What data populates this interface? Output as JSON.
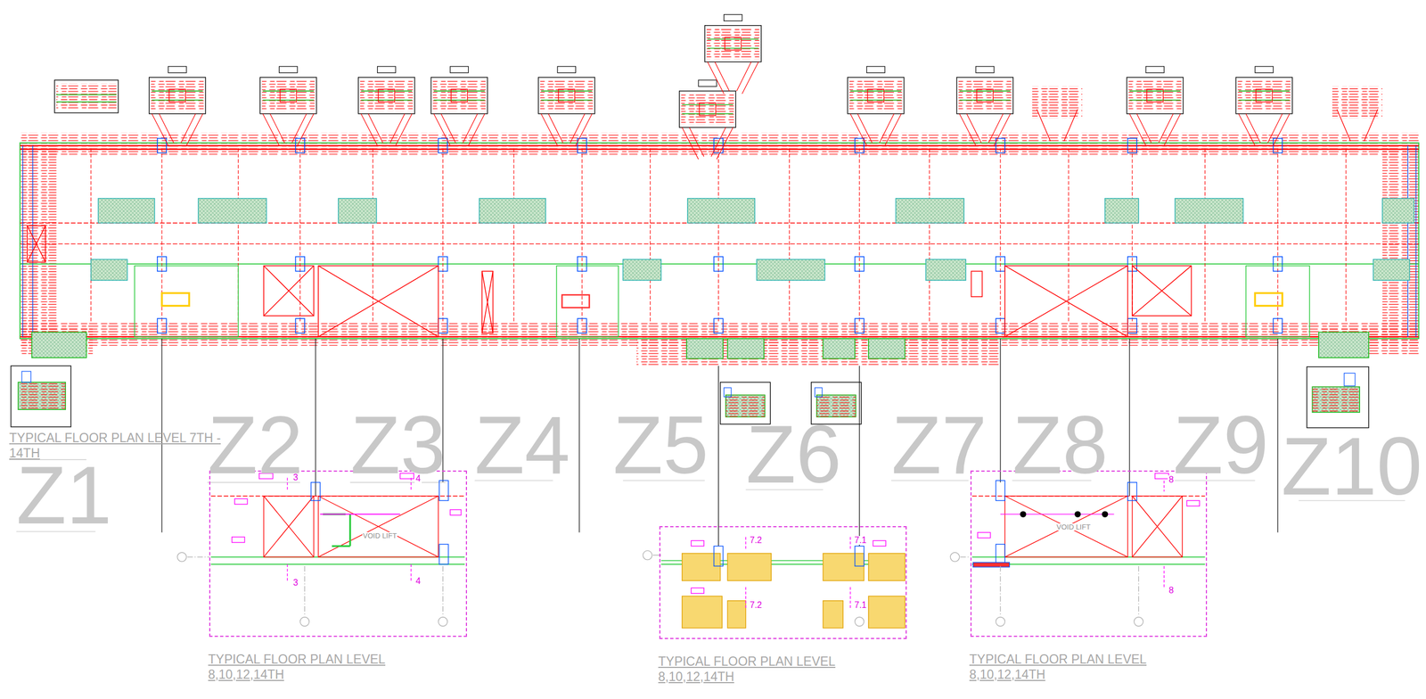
{
  "diagram": {
    "nodes": [
      {
        "text": [
          "TYPICAL FLOOR PLAN LEVEL 8,10,12,14TH"
        ]
      },
      {
        "text": [
          "TYPICAL FLOOR PLAN LEVEL 8,10,12,14TH"
        ]
      },
      {
        "text": [
          "TYPICAL FLOOR PLAN LEVEL 8,10,12,14TH"
        ]
      }
    ],
    "labels": [
      "TYPICAL FLOOR PLAN LEVEL 7TH - 14TH",
      "Z1",
      "Z2",
      "Z3",
      "Z4",
      "Z5",
      "Z6",
      "Z7",
      "Z8",
      "Z9",
      "Z10",
      "3",
      "3",
      "4",
      "4",
      "7.2",
      "7.2",
      "7.1",
      "7.1",
      "8",
      "8",
      "VOID LIFT",
      "VOID LIFT"
    ]
  }
}
